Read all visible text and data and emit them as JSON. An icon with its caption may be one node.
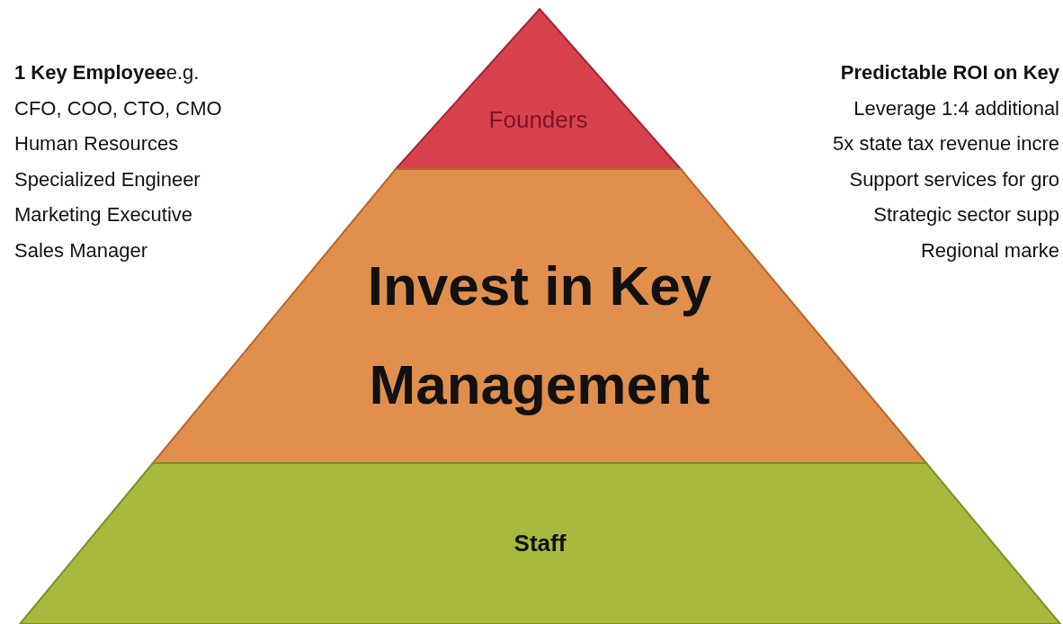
{
  "diagram": {
    "nodes": [
      {
        "text": [
          "Founders"
        ]
      },
      {
        "text": [
          "Invest in Key Management"
        ]
      },
      {
        "text": [
          "Staff"
        ]
      }
    ],
    "labels": [
      "**1 Key Employee**e.g.",
      "CFO, COO, CTO, CMO",
      "Human Resources",
      "Specialized Engineer",
      "Marketing Executive",
      "Sales Manager",
      "Predictable ROI on Key",
      "Leverage 1:4 additional",
      "5x state tax revenue incre",
      "Support services for gro",
      "Strategic sector supp",
      "Regional marke"
    ]
  }
}
